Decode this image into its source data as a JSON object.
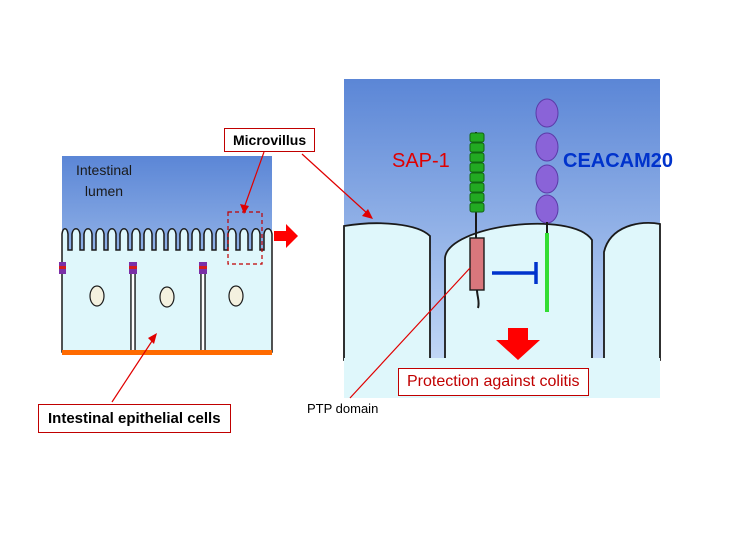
{
  "labels": {
    "lumen": "Intestinal lumen",
    "microvillus": "Microvillus",
    "epithelial_cells": "Intestinal epithelial cells",
    "sap1": "SAP-1",
    "ceacam20": "CEACAM20",
    "protection": "Protection against colitis",
    "ptp_domain": "PTP domain"
  },
  "colors": {
    "lumen_top": "#5b86d6",
    "lumen_bottom": "#c6dcf7",
    "cell_fill": "#dff7fb",
    "arrow_red": "#ff0000",
    "annotation_red": "#c00000",
    "sap1_domain_green": "#22aa22",
    "ceacam_domain_purple": "#8a63d8",
    "ptp_domain_pink": "#d9777c",
    "ceacam_tail_green": "#33dd33",
    "inhibit_blue": "#0033cc",
    "basement_orange": "#ff6a00"
  }
}
